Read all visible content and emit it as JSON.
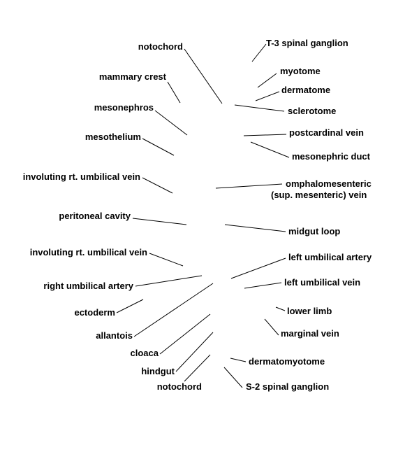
{
  "labels": {
    "notochord_top": "notochord",
    "mammary_crest": "mammary crest",
    "mesonephros": "mesonephros",
    "mesothelium": "mesothelium",
    "involuting_rt_umbilical_vein_1": "involuting rt. umbilical vein",
    "peritoneal_cavity": "peritoneal cavity",
    "involuting_rt_umbilical_vein_2": "involuting rt. umbilical vein",
    "right_umbilical_artery": "right umbilical artery",
    "ectoderm": "ectoderm",
    "allantois": "allantois",
    "cloaca": "cloaca",
    "hindgut": "hindgut",
    "notochord_bottom": "notochord",
    "t3_spinal_ganglion": "T-3 spinal ganglion",
    "myotome": "myotome",
    "dermatome": "dermatome",
    "sclerotome": "sclerotome",
    "postcardinal_vein": "postcardinal vein",
    "mesonephric_duct": "mesonephric duct",
    "omphalomesenteric_line1": "omphalomesenteric",
    "omphalomesenteric_line2": "(sup. mesenteric) vein",
    "midgut_loop": "midgut loop",
    "left_umbilical_artery": "left umbilical artery",
    "left_umbilical_vein": "left umbilical vein",
    "lower_limb": "lower limb",
    "marginal_vein": "marginal vein",
    "dermatomyotome": "dermatomyotome",
    "s2_spinal_ganglion": "S-2 spinal ganglion"
  }
}
